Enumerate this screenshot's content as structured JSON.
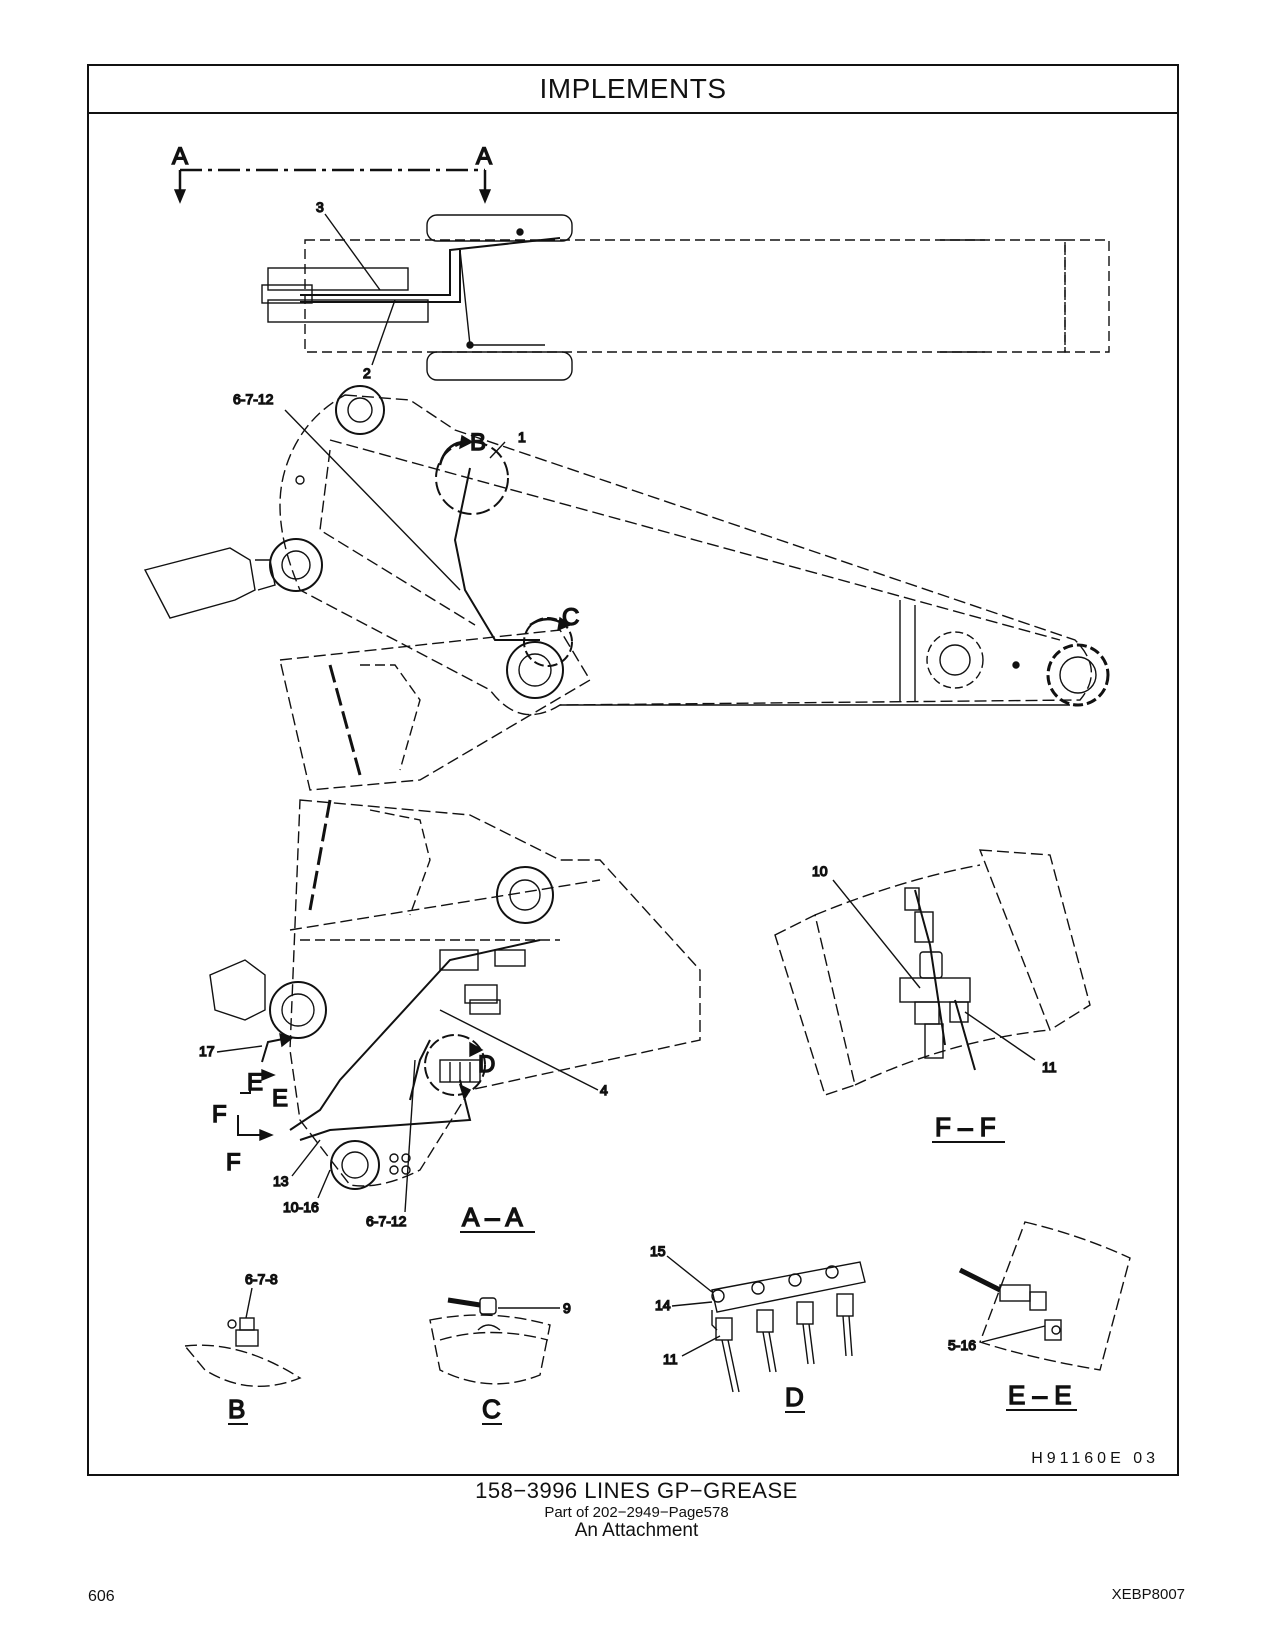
{
  "header": {
    "title": "IMPLEMENTS"
  },
  "callouts": {
    "top_view": {
      "part_3": "3",
      "part_2": "2",
      "section_a_left": "A",
      "section_a_right": "A"
    },
    "side_view": {
      "part_6_7_12": "6-7-12",
      "part_1": "1",
      "detail_b": "B",
      "detail_c": "C"
    },
    "section_aa": {
      "part_17": "17",
      "view_e_1": "E",
      "view_e_2": "E",
      "view_f_1": "F",
      "view_f_2": "F",
      "detail_d": "D",
      "part_4": "4",
      "part_13": "13",
      "part_10_16": "10-16",
      "part_6_7_12": "6-7-12",
      "title": "A – A"
    },
    "section_ff": {
      "part_10": "10",
      "part_11": "11",
      "title": "F – F"
    },
    "detail_b": {
      "part_6_7_8": "6-7-8",
      "title": "B"
    },
    "detail_c": {
      "part_9": "9",
      "title": "C"
    },
    "detail_d": {
      "part_15": "15",
      "part_14": "14",
      "part_11": "11",
      "title": "D"
    },
    "section_ee": {
      "part_5_16": "5-16",
      "title": "E – E"
    }
  },
  "drawing_code": "H91160E  03",
  "caption": {
    "title": "158−3996   LINES   GP−GREASE",
    "part_of": "Part of 202−2949−Page578",
    "attachment": "An Attachment"
  },
  "footer": {
    "page_number": "606",
    "doc_code": "XEBP8007"
  }
}
